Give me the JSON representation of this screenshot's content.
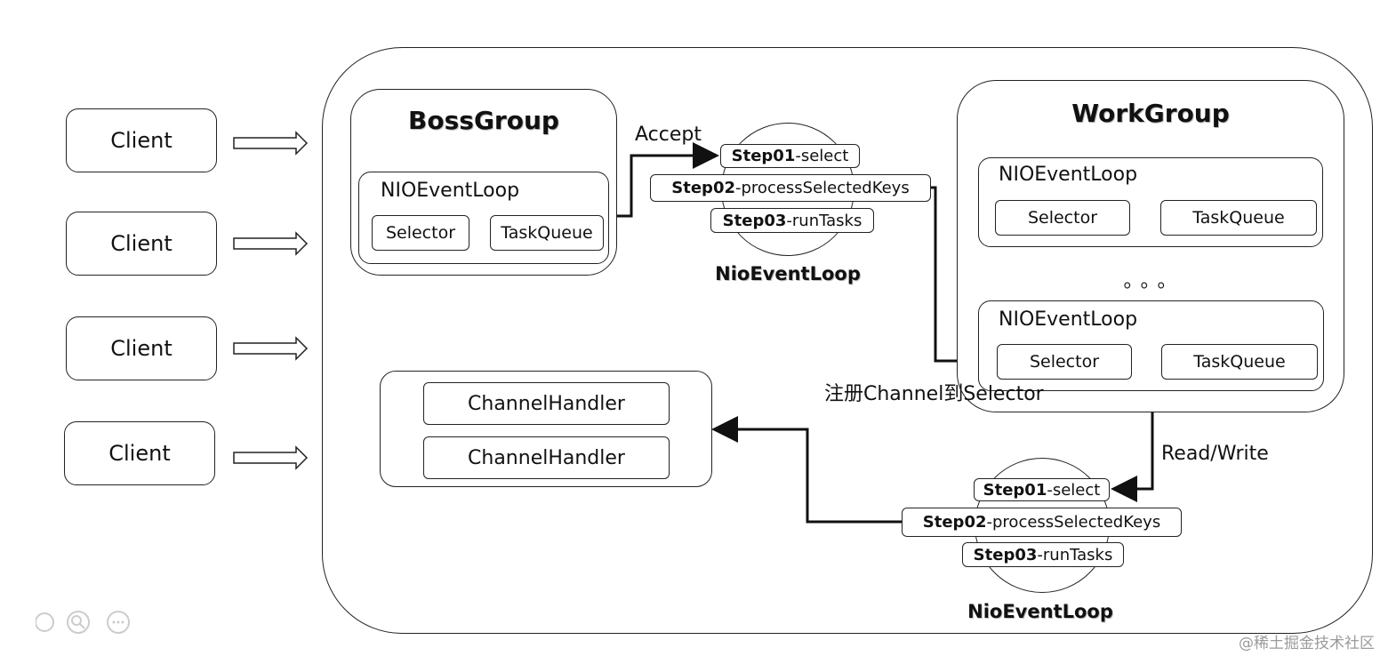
{
  "clients": [
    "Client",
    "Client",
    "Client",
    "Client"
  ],
  "boss_group": {
    "title": "BossGroup",
    "event_loop": {
      "title": "NIOEventLoop",
      "selector": "Selector",
      "task_queue": "TaskQueue"
    }
  },
  "work_group": {
    "title": "WorkGroup",
    "event_loops": [
      {
        "title": "NIOEventLoop",
        "selector": "Selector",
        "task_queue": "TaskQueue"
      },
      {
        "title": "NIOEventLoop",
        "selector": "Selector",
        "task_queue": "TaskQueue"
      }
    ],
    "ellipsis": "。。。"
  },
  "nio_loop_top": {
    "caption": "NioEventLoop",
    "steps": [
      {
        "num": "Step01",
        "text": "-select"
      },
      {
        "num": "Step02",
        "text": "-processSelectedKeys"
      },
      {
        "num": "Step03",
        "text": "-runTasks"
      }
    ]
  },
  "nio_loop_bottom": {
    "caption": "NioEventLoop",
    "steps": [
      {
        "num": "Step01",
        "text": "-select"
      },
      {
        "num": "Step02",
        "text": "-processSelectedKeys"
      },
      {
        "num": "Step03",
        "text": "-runTasks"
      }
    ]
  },
  "handlers": [
    "ChannelHandler",
    "ChannelHandler"
  ],
  "labels": {
    "accept": "Accept",
    "register": "注册Channel到Selector",
    "read_write": "Read/Write"
  },
  "watermark": "@稀土掘金技术社区"
}
